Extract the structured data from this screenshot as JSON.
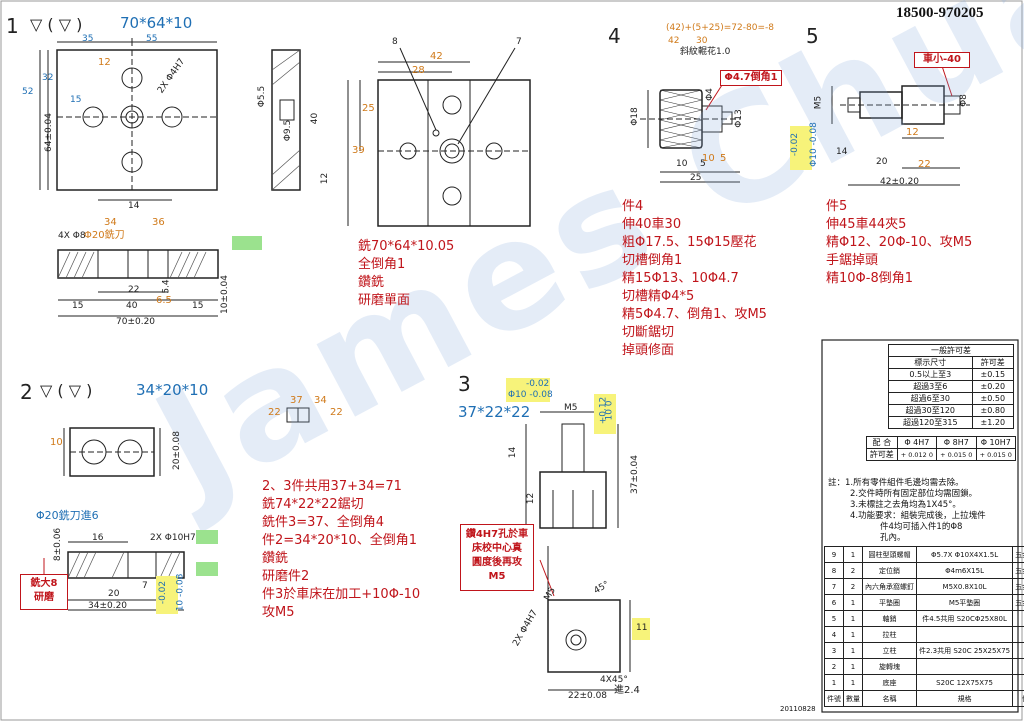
{
  "sheet_id": "18500-970205",
  "date_stamp": "20110828",
  "watermark": "James Chuang",
  "part1": {
    "num": "1",
    "sym": "▽ ( ▽ )",
    "size": "70*64*10",
    "dims_top": [
      "35",
      "55"
    ],
    "dims_left": [
      "32",
      "52",
      "64±0.04",
      "15",
      "12"
    ],
    "dims_bottom": [
      "14",
      "34",
      "36"
    ],
    "diag": "2X Φ4H7",
    "cutter": "Φ20銑刀",
    "hole_note": "4X Φ8",
    "sec_dims": [
      "22",
      "15",
      "40",
      "15",
      "6.5",
      "5.4",
      "10±0.04"
    ],
    "overall": "70±0.20",
    "ref_nums": [
      "8",
      "7"
    ],
    "side_dims": [
      "42",
      "28",
      "25",
      "39",
      "Φ5.5",
      "Φ9.5",
      "40",
      "12"
    ],
    "notes": [
      "銑70*64*10.05",
      "全倒角1",
      "鑽銑",
      "研磨單面"
    ]
  },
  "part2": {
    "num": "2",
    "sym": "▽ ( ▽ )",
    "size": "34*20*10",
    "mid_dims": [
      "37",
      "34",
      "22",
      "22"
    ],
    "dims": [
      "10",
      "20±0.08",
      "16",
      "2X Φ10H7",
      "8±0.06",
      "7",
      "20",
      "34±0.20",
      "-0.02",
      "10 -0.08"
    ],
    "cutter_note": "Φ20銑刀進6",
    "notes": [
      "2、3件共用37+34=71",
      "銑74*22*22鋸切",
      "銑件3=37、全倒角4",
      "件2=34*20*10、全倒角1",
      "鑽銑",
      "研磨件2",
      "件3於車床在加工+10Φ-10",
      "攻M5"
    ],
    "red_box": [
      "銑大8",
      "研磨"
    ]
  },
  "part3": {
    "num": "3",
    "size": "37*22*22",
    "tol_top": [
      "-0.02",
      "Φ10 -0.08"
    ],
    "tol_right": [
      "+0.12",
      "10 0"
    ],
    "dims": [
      "M5",
      "14",
      "37±0.04",
      "12",
      "2X Φ4H7",
      "M5",
      "45°",
      "11",
      "4X45°",
      "22±0.08",
      "進2.4"
    ],
    "red_box": [
      "鑽4H7孔於車",
      "床校中心真",
      "圓度後再攻",
      "M5"
    ]
  },
  "part4": {
    "num": "4",
    "calc": "(42)+(5+25)=72-80=-8",
    "calc_sub": [
      "42",
      "30"
    ],
    "knurl": "斜紋輥花1.0",
    "red_box": "Φ4.7倒角1",
    "dims": [
      "Φ18",
      "Φ4",
      "Φ13",
      "10",
      "5",
      "10",
      "5",
      "25"
    ],
    "notes": [
      "件4",
      "伸40車30",
      "粗Φ17.5、15Φ15壓花",
      "切槽倒角1",
      "精15Φ13、10Φ4.7",
      "切槽精Φ4*5",
      "精5Φ4.7、倒角1、攻M5",
      "切斷鋸切",
      "掉頭修面"
    ]
  },
  "part5": {
    "num": "5",
    "red_box": "車小-40",
    "dims": [
      "M5",
      "12",
      "22",
      "14",
      "Φ8",
      "-0.02",
      "Φ10 -0.08",
      "20",
      "42±0.20"
    ],
    "notes": [
      "件5",
      "伸45車44夾5",
      "精Φ12、20Φ-10、攻M5",
      "手鋸掉頭",
      "精10Φ-8倒角1"
    ]
  },
  "tolerance_table": {
    "title": "一般許可差",
    "header": [
      "標示尺寸",
      "許可差"
    ],
    "rows": [
      [
        "0.5以上至3",
        "±0.15"
      ],
      [
        "超過3至6",
        "±0.20"
      ],
      [
        "超過6至30",
        "±0.50"
      ],
      [
        "超過30至120",
        "±0.80"
      ],
      [
        "超過120至315",
        "±1.20"
      ]
    ],
    "fit_header": [
      "配  合",
      "Φ 4H7",
      "Φ 8H7",
      "Φ 10H7"
    ],
    "fit_row": [
      "許可差",
      "+ 0.012 0",
      "+ 0.015 0",
      "+ 0.015 0"
    ]
  },
  "general_notes": [
    "註：1.所有零件組件毛邊均需去除。",
    "2.交件時所有固定部位均需固鎖。",
    "3.未標註之去角均為1X45°。",
    "4.功能要求：組裝完成後，上拉塊件",
    "件4均可插入件1的Φ8",
    "孔內。"
  ],
  "bom": [
    [
      "9",
      "1",
      "圓柱型頭螺帽",
      "Φ5.7X Φ10X4X1.5L",
      "五金材料"
    ],
    [
      "8",
      "2",
      "定位銷",
      "Φ4m6X15L",
      "五金材料"
    ],
    [
      "7",
      "2",
      "內六角承窩螺釘",
      "M5X0.8X10L",
      "五金材料"
    ],
    [
      "6",
      "1",
      "平墊圈",
      "M5平墊圈",
      "五金材料"
    ],
    [
      "5",
      "1",
      "軸銷",
      "件4.5共用 S20CΦ25X80L",
      ""
    ],
    [
      "4",
      "1",
      "拉柱",
      "",
      ""
    ],
    [
      "3",
      "1",
      "立柱",
      "件2.3共用 S20C 25X25X75",
      ""
    ],
    [
      "2",
      "1",
      "旋轉塊",
      "",
      ""
    ],
    [
      "1",
      "1",
      "底座",
      "S20C 12X75X75",
      ""
    ]
  ],
  "bom_header": [
    "件號",
    "數量",
    "名稱",
    "規格",
    "備註"
  ]
}
